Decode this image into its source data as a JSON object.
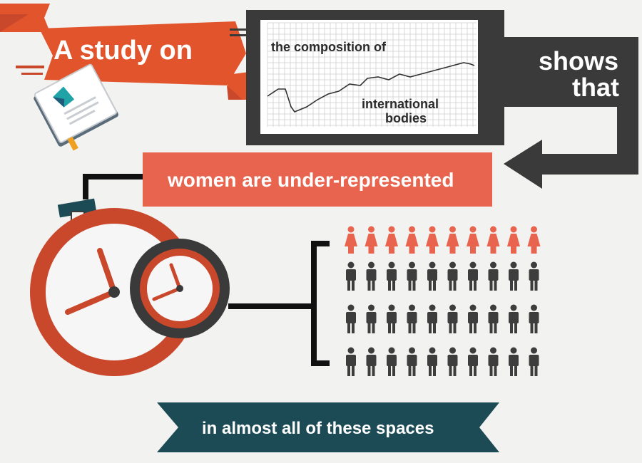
{
  "colors": {
    "orange": "#e2552c",
    "coral": "#e8644f",
    "dark": "#3a3a3a",
    "teal": "#1d4b55",
    "clock_ring": "#c9472b",
    "background": "#f2f2f0"
  },
  "heading": {
    "study_text": "A study on",
    "chart_caption_top": "the composition of",
    "chart_caption_bottom_1": "international",
    "chart_caption_bottom_2": "bodies",
    "shows_line1": "shows",
    "shows_line2": "that"
  },
  "main_message": "women are under-represented",
  "footer_banner": "in almost all of these spaces",
  "people_grid": {
    "rows": 4,
    "per_row": 10,
    "women_count": 10,
    "men_count": 30,
    "women_color": "#e8644f",
    "men_color": "#3d3d3d"
  },
  "icons": [
    "book-icon",
    "line-chart-icon",
    "clock-icon",
    "small-clock-icon",
    "female-person-icon",
    "male-person-icon",
    "arrow-icon"
  ]
}
